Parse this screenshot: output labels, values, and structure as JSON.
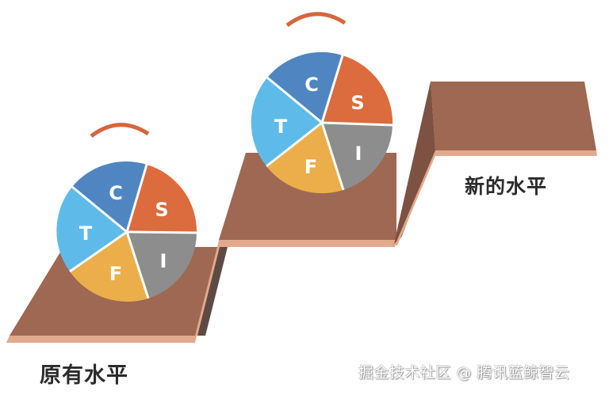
{
  "diagram": {
    "type": "step-level-up",
    "levels": [
      {
        "id": "old",
        "label": "原有水平"
      },
      {
        "id": "new",
        "label": "新的水平"
      }
    ],
    "pie_segments": [
      {
        "letter": "C",
        "color": "#4f86c1"
      },
      {
        "letter": "S",
        "color": "#dc6b3d"
      },
      {
        "letter": "I",
        "color": "#8d8d8d"
      },
      {
        "letter": "F",
        "color": "#ecae4a"
      },
      {
        "letter": "T",
        "color": "#5ebbe9"
      }
    ],
    "pies": [
      {
        "id": "pie-old",
        "letters": {
          "C": "C",
          "S": "S",
          "I": "I",
          "F": "F",
          "T": "T"
        }
      },
      {
        "id": "pie-new",
        "letters": {
          "C": "C",
          "S": "S",
          "I": "I",
          "F": "F",
          "T": "T"
        }
      }
    ],
    "colors": {
      "platform_top": "#9e6853",
      "platform_edge": "#e3a98d",
      "riser_shadow": "#7a4f3e",
      "riser_dark": "#5e4a44",
      "arc": "#d7663c",
      "label_text": "#2b2b2b"
    }
  },
  "watermark": "掘金技术社区 @ 腾讯蓝鲸智云"
}
